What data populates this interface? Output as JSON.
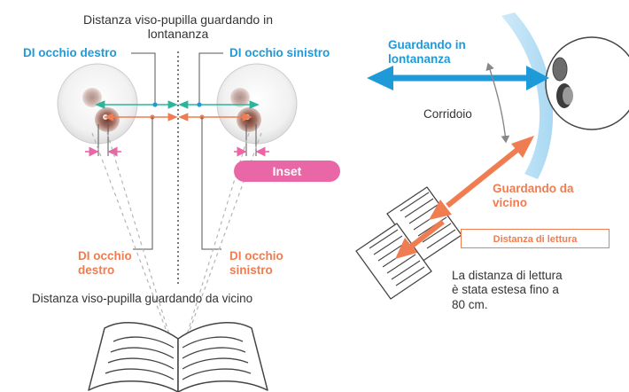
{
  "labels": {
    "far_pd_title_line1": "Distanza viso-pupilla guardando in",
    "far_pd_title_line2": "lontananza",
    "far_right_eye": "DI occhio destro",
    "far_left_eye": "DI occhio sinistro",
    "inset": "Inset",
    "near_right_eye_line1": "DI occhio",
    "near_right_eye_line2": "destro",
    "near_left_eye_line1": "DI occhio",
    "near_left_eye_line2": "sinistro",
    "near_pd_title": "Distanza viso-pupilla guardando da vicino",
    "looking_far_line1": "Guardando in",
    "looking_far_line2": "lontananza",
    "corridor": "Corridoio",
    "looking_near_line1": "Guardando da",
    "looking_near_line2": "vicino",
    "reading_distance": "Distanza di lettura",
    "note_line1": "La distanza di lettura",
    "note_line2": "è stata estesa fino a",
    "note_line3": "80 cm."
  },
  "colors": {
    "far_blue": "#1f9ad9",
    "near_orange": "#ef7d51",
    "pd_green": "#2bb59b",
    "inset_pink": "#ea67a7",
    "lens_blue": "#b7dff5"
  }
}
